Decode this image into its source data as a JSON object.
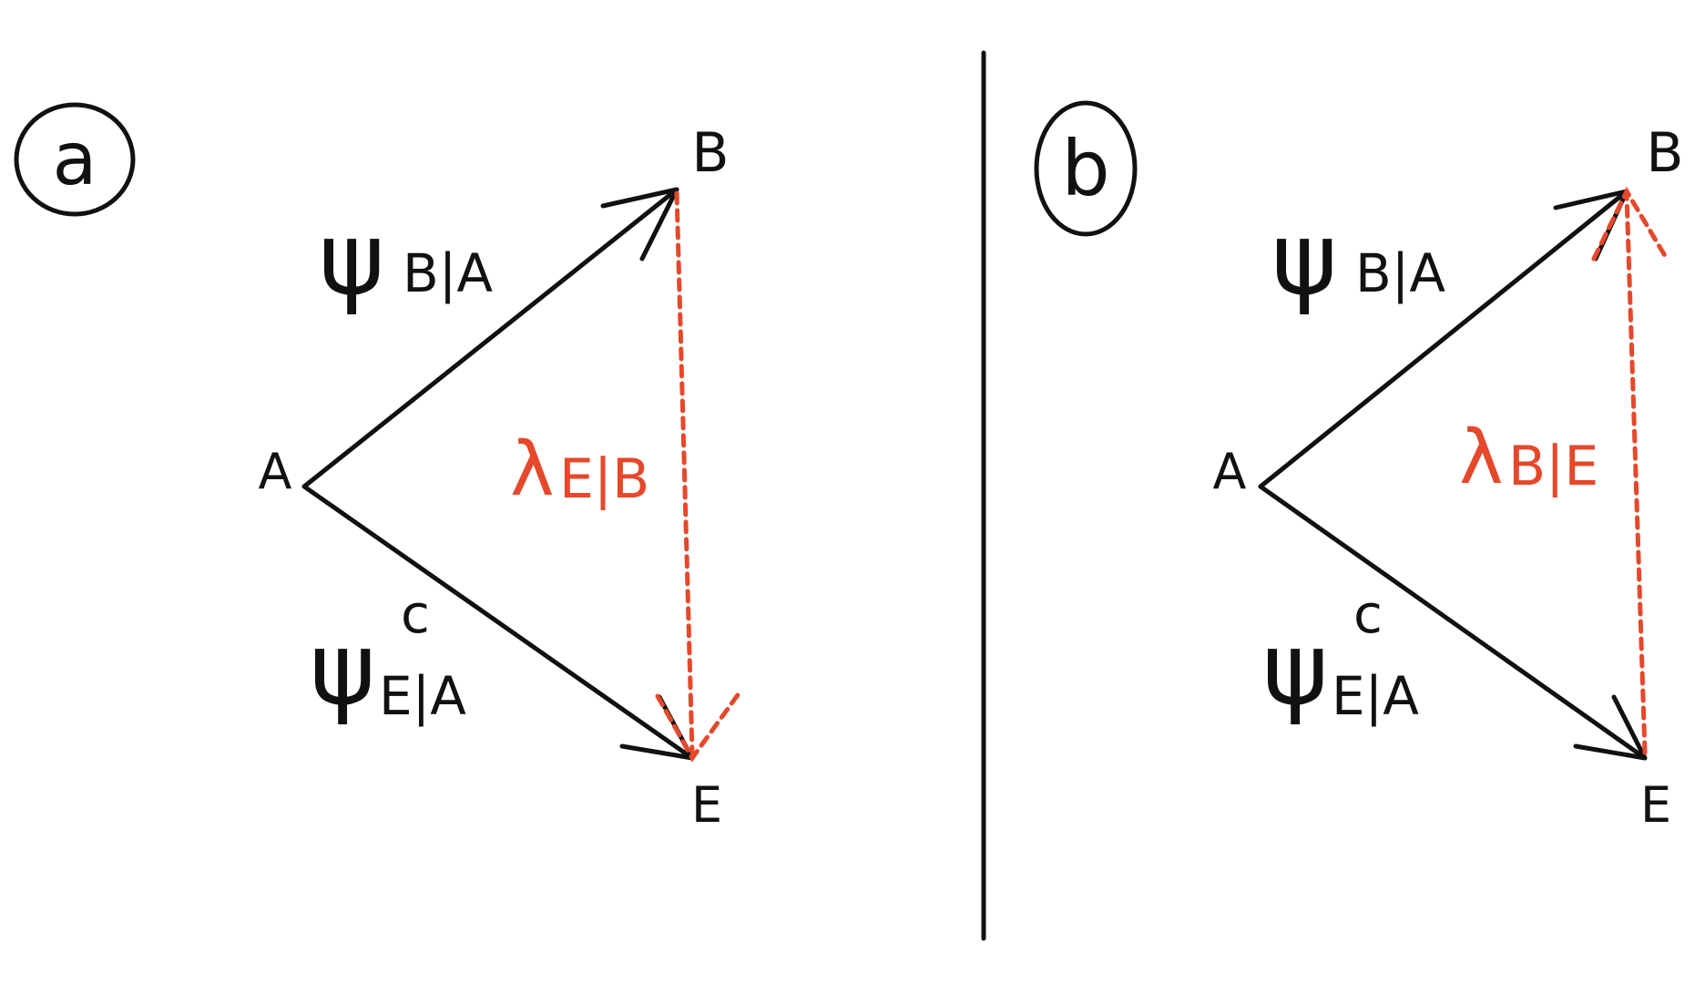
{
  "colors": {
    "ink": "#111111",
    "accent": "#e5482a",
    "background": "#ffffff"
  },
  "panels": [
    {
      "id": "a",
      "badge": "a",
      "nodes": {
        "A": "A",
        "B": "B",
        "E": "E"
      },
      "label_top": {
        "psi": "ψ",
        "sub": "B|A"
      },
      "label_bottom": {
        "psi": "ψ",
        "sup": "c",
        "sub": "E|A"
      },
      "label_mid": {
        "lambda": "λ",
        "sub": "E|B"
      },
      "dashed_direction": "B→E"
    },
    {
      "id": "b",
      "badge": "b",
      "nodes": {
        "A": "A",
        "B": "B",
        "E": "E"
      },
      "label_top": {
        "psi": "ψ",
        "sub": "B|A"
      },
      "label_bottom": {
        "psi": "ψ",
        "sup": "c",
        "sub": "E|A"
      },
      "label_mid": {
        "lambda": "λ",
        "sub": "B|E"
      },
      "dashed_direction": "E→B"
    }
  ]
}
